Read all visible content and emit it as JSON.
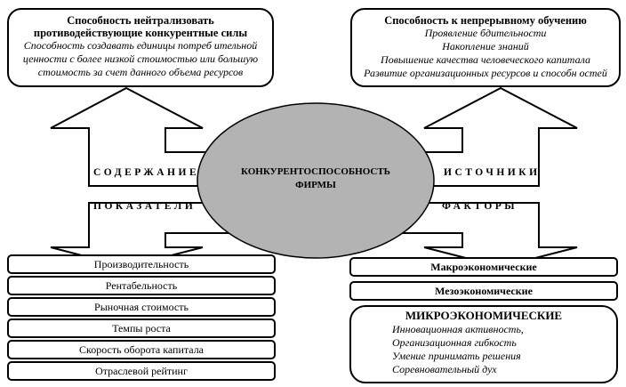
{
  "center": {
    "line1": "КОНКУРЕНТОСПОСОБНОСТЬ",
    "line2": "ФИРМЫ"
  },
  "top_left": {
    "title_line1": "Способность нейтрализовать",
    "title_line2": "противодействующие конкурентные силы",
    "text": [
      "Способность создавать единицы потреб ительной",
      "ценности с более низкой стоимостью или большую",
      "стоимость за счет данного объема ресурсов"
    ]
  },
  "top_right": {
    "title": "Способность к непрерывному обучению",
    "items": [
      "Проявление бдительности",
      "Накопление знаний",
      "Повышение качества человеческого капитала",
      "Развитие организационных ресурсов и способн остей"
    ]
  },
  "arrow_labels": {
    "content": "СОДЕРЖАНИЕ",
    "sources": "ИСТОЧНИКИ",
    "indicators": "ПОКАЗАТЕЛИ",
    "factors": "ФАКТОРЫ"
  },
  "indicators": [
    "Производительность",
    "Рентабельность",
    "Рыночная стоимость",
    "Темпы роста",
    "Скорость оборота капитала",
    "Отраслевой рейтинг"
  ],
  "factors": {
    "macro": "Макроэкономические",
    "meso": "Мезоэкономические",
    "micro_title": "МИКРОЭКОНОМИЧЕСКИЕ",
    "micro_items": [
      "Инновационная активность,",
      "Организационная гибкость",
      "Умение принимать решения",
      "Соревновательный дух"
    ]
  },
  "colors": {
    "ellipse": "#b3b3b3"
  }
}
